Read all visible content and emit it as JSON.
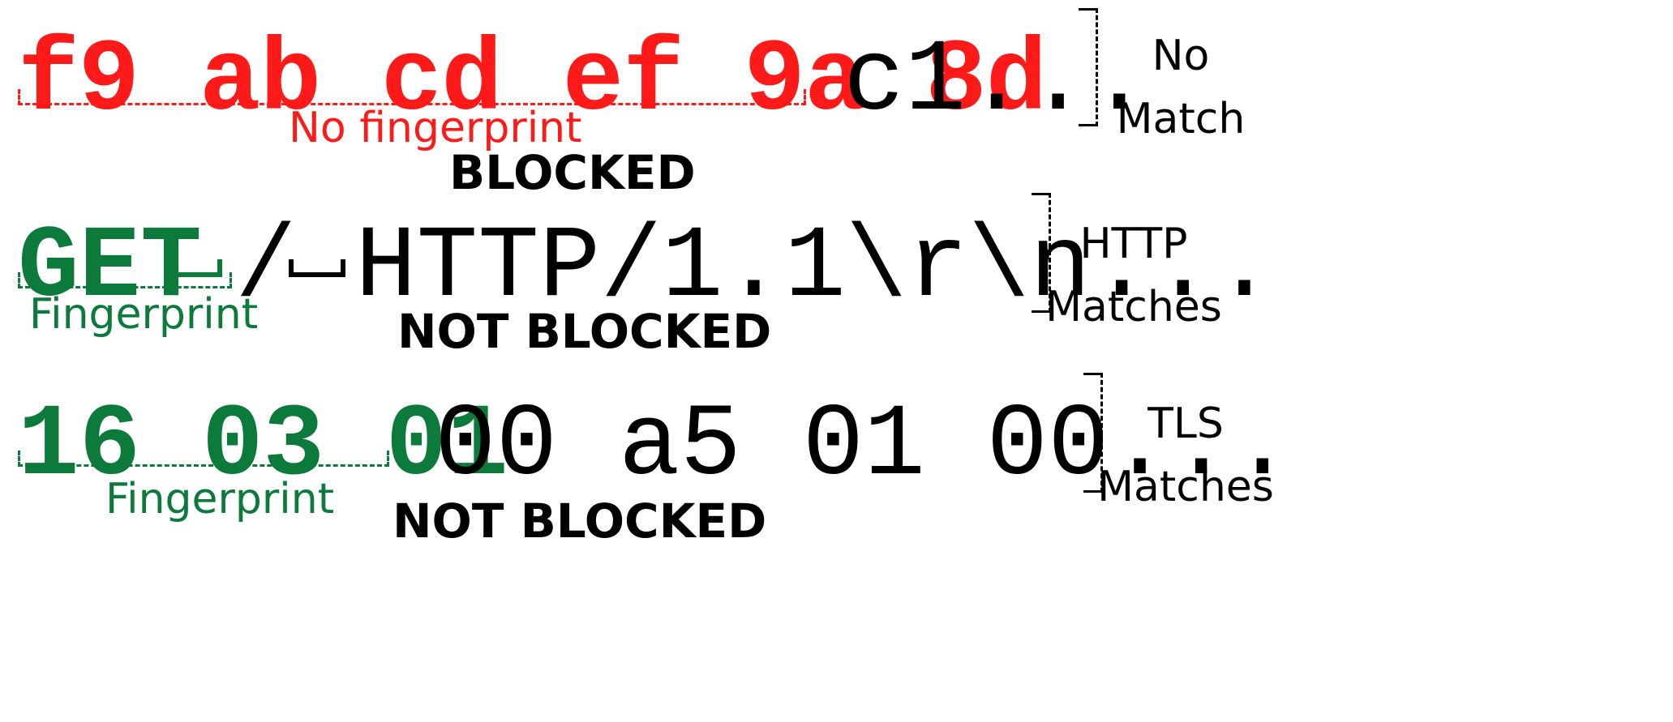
{
  "colors": {
    "red": "#ff1a1a",
    "green": "#0b7a3a",
    "black": "#000000"
  },
  "rows": [
    {
      "matched": "f9 ab cd ef 9a 8d",
      "rest": "c1...",
      "fingerprint_label": "No fingerprint",
      "status": "BLOCKED",
      "result_line1": "No",
      "result_line2": "Match"
    },
    {
      "matched": "GET",
      "slash": "/",
      "rest": "HTTP/1.1\\r\\n...",
      "fingerprint_label": "Fingerprint",
      "status": "NOT BLOCKED",
      "result_line1": "HTTP",
      "result_line2": "Matches"
    },
    {
      "matched": "16 03 01",
      "rest": "00 a5 01 00...",
      "fingerprint_label": "Fingerprint",
      "status": "NOT BLOCKED",
      "result_line1": "TLS",
      "result_line2": "Matches"
    }
  ]
}
